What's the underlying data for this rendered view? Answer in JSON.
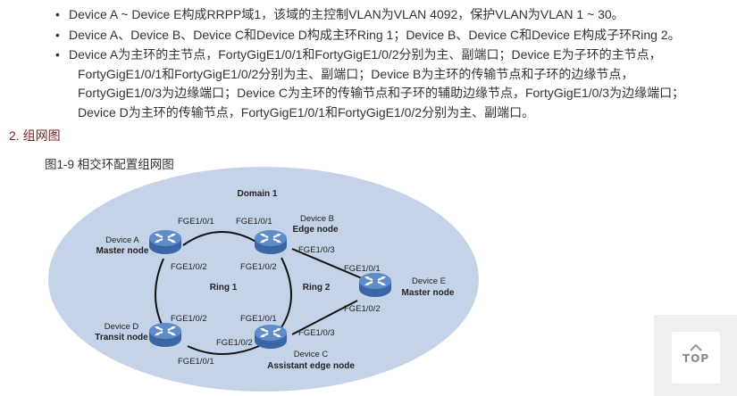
{
  "bullets": [
    "Device A ~ Device E构成RRPP域1，该域的主控制VLAN为VLAN 4092，保护VLAN为VLAN 1 ~ 30。",
    "Device A、Device B、Device C和Device D构成主环Ring 1；Device B、Device C和Device E构成子环Ring 2。",
    "Device A为主环的主节点，FortyGigE1/0/1和FortyGigE1/0/2分别为主、副端口；Device E为子环的主节点，FortyGigE1/0/1和FortyGigE1/0/2分别为主、副端口；Device B为主环的传输节点和子环的边缘节点，FortyGigE1/0/3为边缘端口；Device C为主环的传输节点和子环的辅助边缘节点，FortyGigE1/0/3为边缘端口；Device D为主环的传输节点，FortyGigE1/0/1和FortyGigE1/0/2分别为主、副端口。"
  ],
  "section_title": "2. 组网图",
  "figure_caption": "图1-9 相交环配置组网图",
  "diagram": {
    "domain": "Domain 1",
    "ring1": "Ring 1",
    "ring2": "Ring 2",
    "devices": {
      "a": {
        "name": "Device A",
        "role": "Master node"
      },
      "b": {
        "name": "Device B",
        "role": "Edge node"
      },
      "c": {
        "name": "Device C",
        "role": "Assistant edge node"
      },
      "d": {
        "name": "Device D",
        "role": "Transit node"
      },
      "e": {
        "name": "Device E",
        "role": "Master node"
      }
    },
    "ports": {
      "a1": "FGE1/0/1",
      "a2": "FGE1/0/2",
      "b1": "FGE1/0/1",
      "b2": "FGE1/0/2",
      "b3": "FGE1/0/3",
      "c1": "FGE1/0/1",
      "c2": "FGE1/0/2",
      "c3": "FGE1/0/3",
      "d1": "FGE1/0/1",
      "d2": "FGE1/0/2",
      "e1": "FGE1/0/1",
      "e2": "FGE1/0/2"
    },
    "colors": {
      "domain_fill": "#c5d3e8",
      "router_top": "#5f8ccb",
      "router_side": "#3a66a6"
    }
  },
  "top_button": {
    "label": "TOP",
    "icon": "chevron-up-icon"
  }
}
